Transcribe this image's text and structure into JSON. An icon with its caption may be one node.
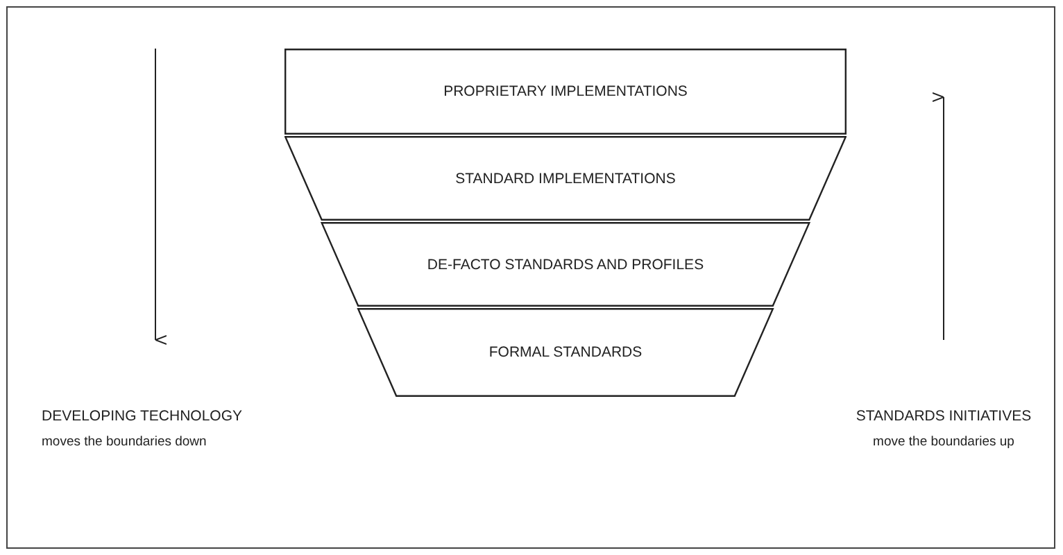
{
  "diagram": {
    "nodes": [
      {
        "text": [
          "PROPRIETARY IMPLEMENTATIONS"
        ]
      },
      {
        "text": [
          "STANDARD IMPLEMENTATIONS"
        ]
      },
      {
        "text": [
          "DE-FACTO STANDARDS AND PROFILES"
        ]
      },
      {
        "text": [
          "FORMAL STANDARDS"
        ]
      }
    ],
    "edges": [],
    "labels": [
      "DEVELOPING TECHNOLOGY",
      "moves the boundaries down",
      "STANDARDS INITIATIVES",
      "move the boundaries up"
    ]
  }
}
